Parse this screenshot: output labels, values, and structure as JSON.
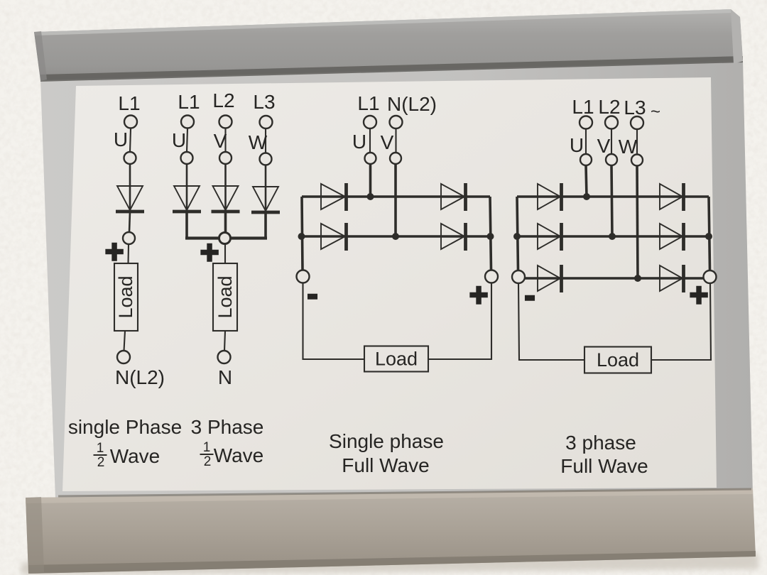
{
  "device": {
    "label_title": "rectifier-wiring-diagram-label"
  },
  "colors": {
    "ink": "#2e2d2a",
    "label_white": "#e9e6e1",
    "lid_gray": "#9e9d9b",
    "face_gray": "#c3c2c0",
    "rail_gray": "#a9a197",
    "fabric": "#e9e5df"
  },
  "circuits": {
    "c1": {
      "line": "L1",
      "phase": "U",
      "plus": "+",
      "load": "Load",
      "neutral": "N(L2)",
      "caption_line1": "single Phase",
      "fraction": {
        "numerator": "1",
        "denominator": "2"
      },
      "caption_line2": "Wave"
    },
    "c2": {
      "lines": [
        "L1",
        "L2",
        "L3"
      ],
      "phases": [
        "U",
        "V",
        "W"
      ],
      "plus": "+",
      "load": "Load",
      "neutral": "N",
      "caption_line1": "3 Phase",
      "fraction": {
        "numerator": "1",
        "denominator": "2"
      },
      "caption_line2": "Wave"
    },
    "c3": {
      "lines": [
        "L1",
        "N(L2)"
      ],
      "phases": [
        "U",
        "V"
      ],
      "minus": "-",
      "plus": "+",
      "load": "Load",
      "caption_line1": "Single phase",
      "caption_line2": "Full Wave"
    },
    "c4": {
      "lines": [
        "L1",
        "L2",
        "L3"
      ],
      "ac_mark": "~",
      "phases": [
        "U",
        "V",
        "W"
      ],
      "minus": "-",
      "plus": "+",
      "load": "Load",
      "caption_line1": "3 phase",
      "caption_line2": "Full Wave"
    }
  }
}
